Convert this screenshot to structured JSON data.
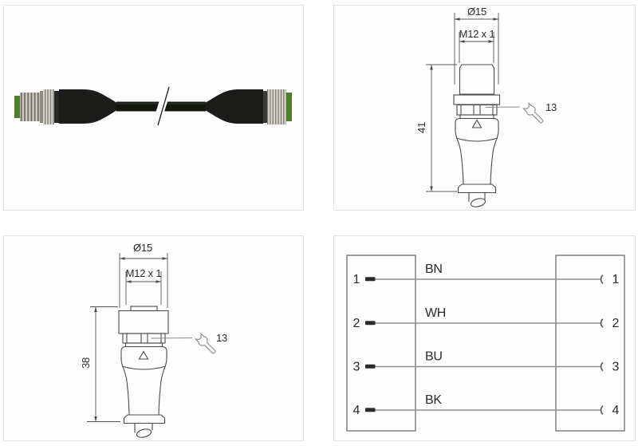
{
  "male_connector_drawing": {
    "diameter": "Ø15",
    "thread": "M12 x 1",
    "length": "41",
    "wrench_size": "13"
  },
  "female_connector_drawing": {
    "diameter": "Ø15",
    "thread": "M12 x 1",
    "length": "38",
    "wrench_size": "13"
  },
  "wiring_diagram": {
    "rows": [
      {
        "left_pin": "1",
        "wire_color": "BN",
        "right_pin": "1"
      },
      {
        "left_pin": "2",
        "wire_color": "WH",
        "right_pin": "2"
      },
      {
        "left_pin": "3",
        "wire_color": "BU",
        "right_pin": "3"
      },
      {
        "left_pin": "4",
        "wire_color": "BK",
        "right_pin": "4"
      }
    ]
  },
  "colors": {
    "panel_border": "#e4e4e4",
    "drawing_line": "#4a4a4a",
    "wire_line": "#8f8f8f",
    "text": "#2b2b2b",
    "connector_green": "#4f7e2d",
    "connector_black": "#1c1c1b",
    "metal_silver": "#b7b4ab"
  }
}
